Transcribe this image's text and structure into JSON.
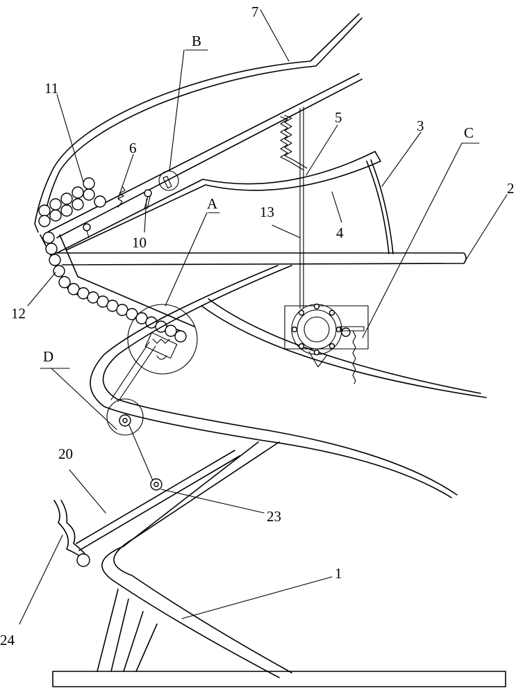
{
  "figure": {
    "labels": {
      "l1": "1",
      "l2": "2",
      "l3": "3",
      "l4": "4",
      "l5": "5",
      "l6": "6",
      "l7": "7",
      "l10": "10",
      "l11": "11",
      "l12": "12",
      "l13": "13",
      "l20": "20",
      "l23": "23",
      "l24": "24",
      "lA": "A",
      "lB": "B",
      "lC": "C",
      "lD": "D"
    }
  }
}
